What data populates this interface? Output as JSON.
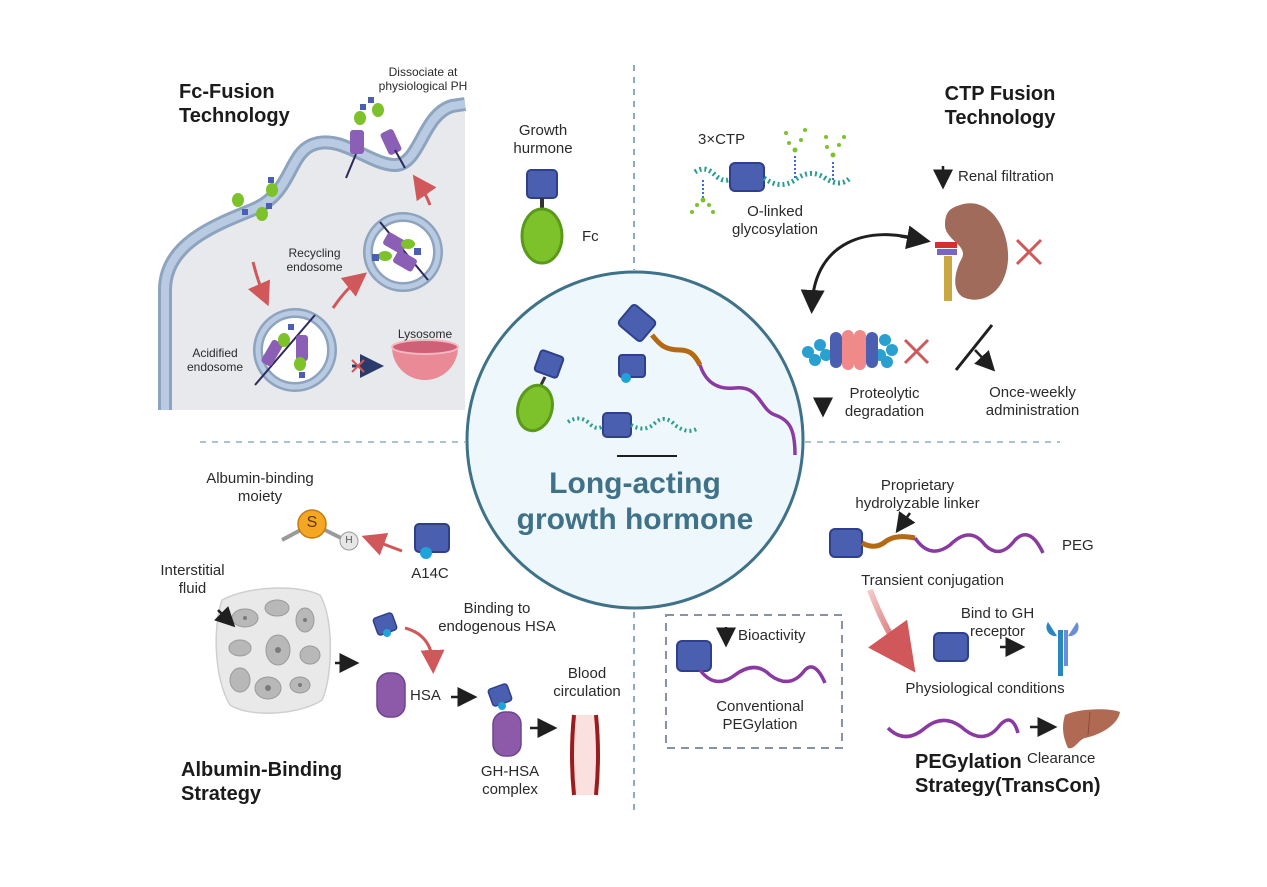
{
  "center": {
    "title_line1": "Long-acting",
    "title_line2": "growth hormone"
  },
  "fc_fusion": {
    "title_line1": "Fc-Fusion",
    "title_line2": "Technology",
    "dissociate_line1": "Dissociate at",
    "dissociate_line2": "physiological PH",
    "recycling_line1": "Recycling",
    "recycling_line2": "endosome",
    "acidified_line1": "Acidified",
    "acidified_line2": "endosome",
    "lysosome": "Lysosome",
    "gh_line1": "Growth",
    "gh_line2": "hurmone",
    "fc": "Fc"
  },
  "ctp_fusion": {
    "title_line1": "CTP Fusion",
    "title_line2": "Technology",
    "ctp": "3×CTP",
    "olinked_line1": "O-linked",
    "olinked_line2": "glycosylation",
    "renal": "Renal filtration",
    "proteolytic_line1": "Proteolytic",
    "proteolytic_line2": "degradation",
    "weekly_line1": "Once-weekly",
    "weekly_line2": "administration"
  },
  "albumin": {
    "title_line1": "Albumin-Binding",
    "title_line2": "Strategy",
    "moiety_line1": "Albumin-binding",
    "moiety_line2": "moiety",
    "s_atom": "S",
    "h_atom": "H",
    "a14c": "A14C",
    "interstitial_line1": "Interstitial",
    "interstitial_line2": "fluid",
    "binding_line1": "Binding to",
    "binding_line2": "endogenous HSA",
    "hsa": "HSA",
    "complex_line1": "GH-HSA",
    "complex_line2": "complex",
    "blood_line1": "Blood",
    "blood_line2": "circulation"
  },
  "pegylation": {
    "title_line1": "PEGylation",
    "title_line2": "Strategy(TransCon)",
    "linker_line1": "Proprietary",
    "linker_line2": "hydrolyzable linker",
    "peg": "PEG",
    "transient": "Transient conjugation",
    "bioactivity": "Bioactivity",
    "conventional_line1": "Conventional",
    "conventional_line2": "PEGylation",
    "bind_line1": "Bind to GH",
    "bind_line2": "receptor",
    "physiological": "Physiological conditions",
    "clearance": "Clearance"
  },
  "colors": {
    "gh_blue": "#4b5fb0",
    "fc_green": "#7dc22a",
    "peg_purple": "#8a3aa0",
    "linker_orange": "#b46a12",
    "circle_stroke": "#3f7289",
    "title_teal": "#3f7289",
    "red_arrow": "#d0585a",
    "membrane": "#a9bdd8"
  }
}
